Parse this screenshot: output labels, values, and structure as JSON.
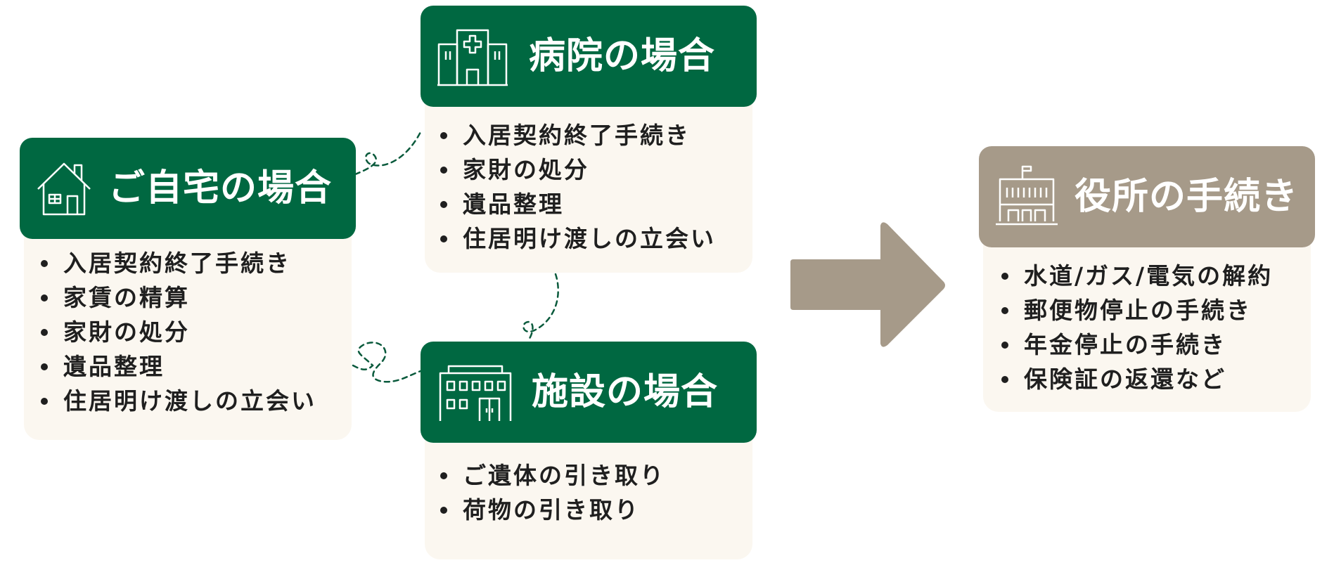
{
  "colors": {
    "header_green": "#006841",
    "header_taupe": "#a69a89",
    "card_body": "#fbf7f0",
    "arrow": "#a69a89",
    "text": "#1f1f1f"
  },
  "home": {
    "title": "ご自宅の場合",
    "icon": "house-icon",
    "items": [
      "入居契約終了手続き",
      "家賃の精算",
      "家財の処分",
      "遺品整理",
      "住居明け渡しの立会い"
    ]
  },
  "hospital": {
    "title": "病院の場合",
    "icon": "hospital-icon",
    "items": [
      "入居契約終了手続き",
      "家財の処分",
      "遺品整理",
      "住居明け渡しの立会い"
    ]
  },
  "facility": {
    "title": "施設の場合",
    "icon": "facility-building-icon",
    "items": [
      "ご遺体の引き取り",
      "荷物の引き取り"
    ]
  },
  "office": {
    "title": "役所の手続き",
    "icon": "city-office-icon",
    "items": [
      "水道/ガス/電気の解約",
      "郵便物停止の手続き",
      "年金停止の手続き",
      "保険証の返還など"
    ]
  }
}
